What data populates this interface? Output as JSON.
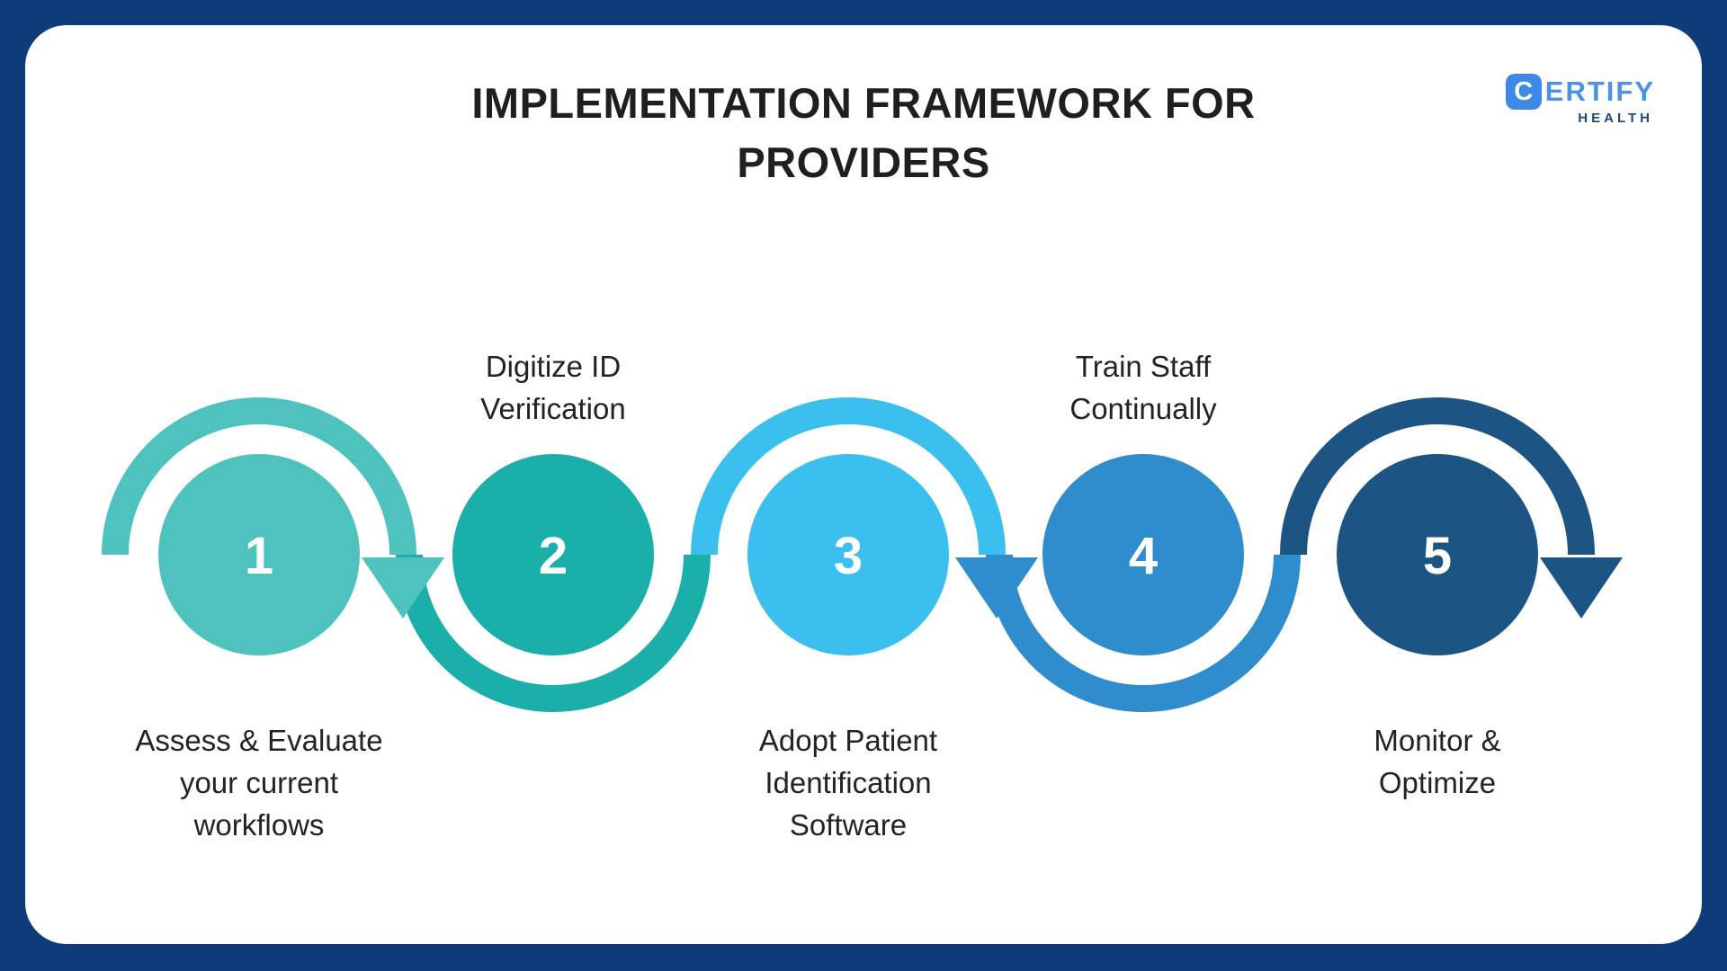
{
  "frame": {
    "background": "#0E3B7A",
    "card_background": "#FFFFFF"
  },
  "header": {
    "title_lines": [
      "IMPLEMENTATION FRAMEWORK FOR",
      "PROVIDERS"
    ],
    "title_color": "#1F1F1F"
  },
  "logo": {
    "badge_letter": "C",
    "wordmark_rest": "ERTIFY",
    "subtitle": "HEALTH",
    "badge_color": "#3D89E6",
    "wordmark_color": "#4C92E4",
    "subtitle_color": "#1C4976"
  },
  "label_text_color": "#232323",
  "steps": [
    {
      "number": "1",
      "color": "#4EC3BE",
      "label_position": "below",
      "label_lines": [
        "Assess & Evaluate",
        "your current",
        "workflows"
      ]
    },
    {
      "number": "2",
      "color": "#1BAFA9",
      "label_position": "above",
      "label_lines": [
        "Digitize ID",
        "Verification"
      ]
    },
    {
      "number": "3",
      "color": "#3BBFEE",
      "label_position": "below",
      "label_lines": [
        "Adopt Patient",
        "Identification",
        "Software"
      ]
    },
    {
      "number": "4",
      "color": "#2F8DCE",
      "label_position": "above",
      "label_lines": [
        "Train Staff",
        "Continually"
      ]
    },
    {
      "number": "5",
      "color": "#1C5584",
      "label_position": "below",
      "label_lines": [
        "Monitor &",
        "Optimize"
      ]
    }
  ]
}
